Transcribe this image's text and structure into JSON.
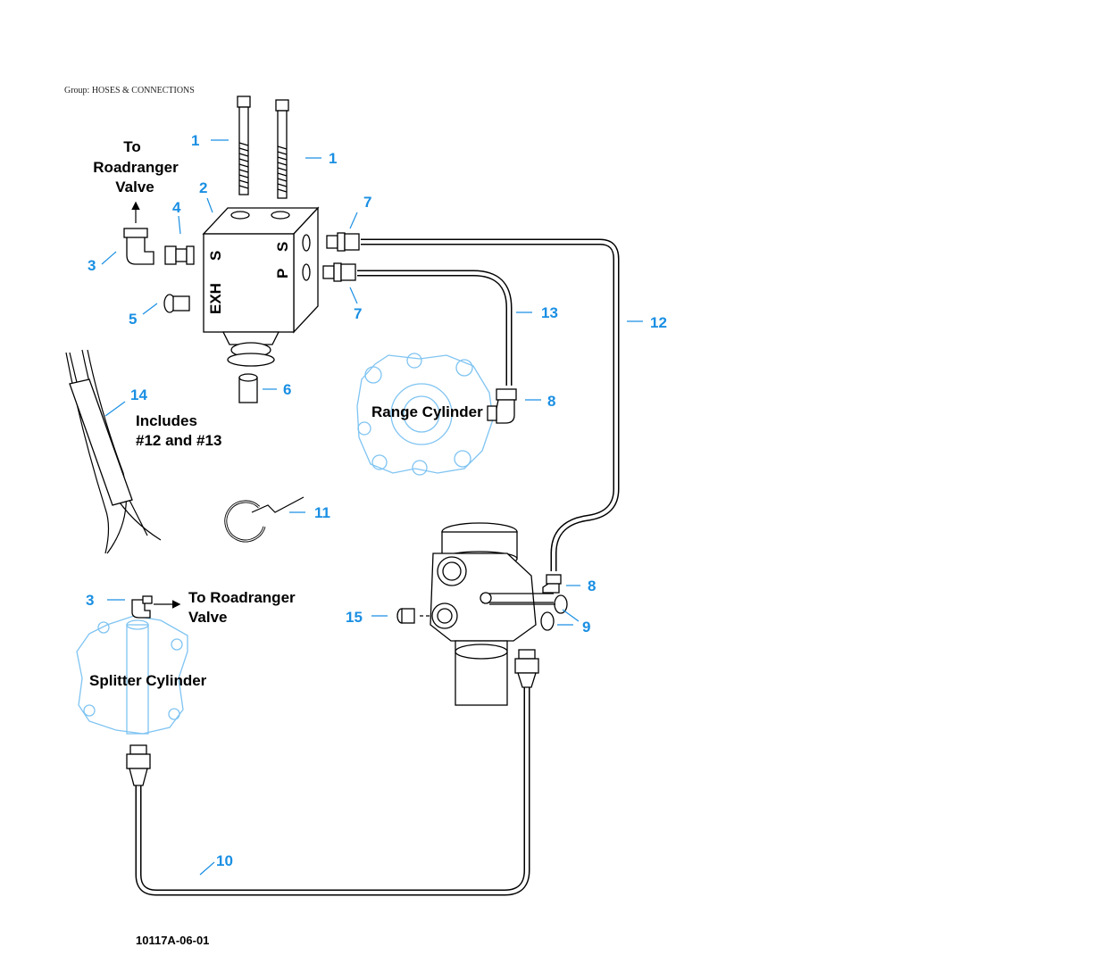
{
  "header": {
    "group_label": "Group: HOSES & CONNECTIONS"
  },
  "callouts": {
    "c1a": "1",
    "c1b": "1",
    "c2": "2",
    "c3a": "3",
    "c3b": "3",
    "c4": "4",
    "c5": "5",
    "c6": "6",
    "c7a": "7",
    "c7b": "7",
    "c8a": "8",
    "c8b": "8",
    "c9": "9",
    "c10": "10",
    "c11": "11",
    "c12": "12",
    "c13": "13",
    "c14": "14",
    "c15": "15"
  },
  "labels": {
    "to_roadranger_top": [
      "To",
      "Roadranger",
      "Valve"
    ],
    "to_roadranger_bottom": [
      "To Roadranger",
      "Valve"
    ],
    "includes": [
      "Includes",
      "#12 and #13"
    ],
    "range_cylinder": "Range Cylinder",
    "splitter_cylinder": "Splitter  Cylinder",
    "block_exh": "EXH",
    "block_s_left": "S",
    "block_s_right": "S",
    "block_p": "P"
  },
  "figure_ref": "10117A-06-01",
  "colors": {
    "callout": "#1a8fe3",
    "ghost_outline": "#7fc4f2",
    "line": "#000000"
  }
}
